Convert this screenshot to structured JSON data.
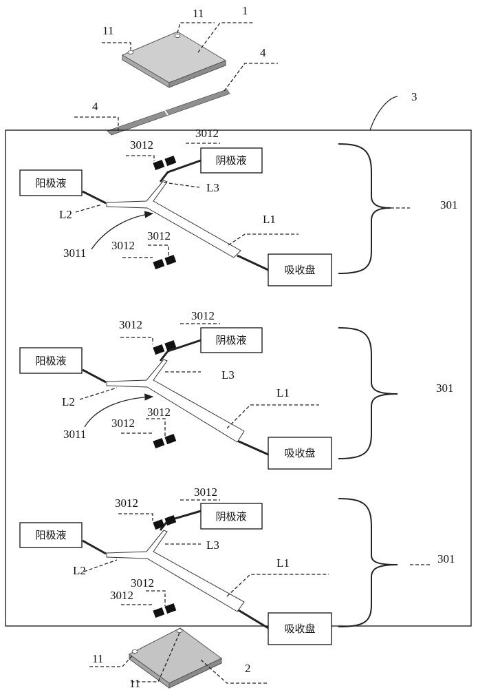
{
  "labels": {
    "cover_top": "1",
    "cover_bottom": "2",
    "chip": "3",
    "sealing_strip": "4",
    "hole": "11",
    "unit": "301",
    "inlet_arrow": "3011",
    "electrode": "3012",
    "channel_main": "L1",
    "channel_anode": "L2",
    "channel_cathode": "L3"
  },
  "boxes": {
    "anode": "阳极液",
    "cathode": "阴极液",
    "absorber": "吸收盘"
  },
  "units": [
    {
      "id": "unit-1",
      "has_arrow": true
    },
    {
      "id": "unit-2",
      "has_arrow": true
    },
    {
      "id": "unit-3",
      "has_arrow": false
    }
  ]
}
